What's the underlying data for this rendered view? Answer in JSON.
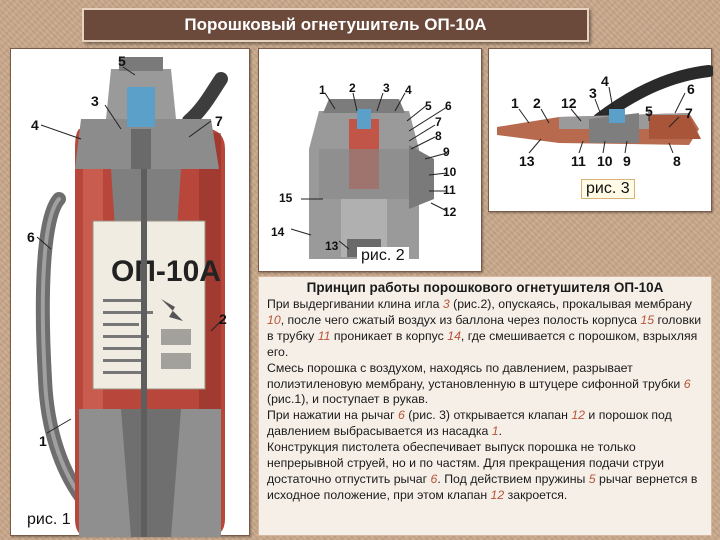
{
  "title": "Порошковый огнетушитель ОП-10А",
  "figures": {
    "fig1": {
      "label": "рис. 1",
      "body_text": [
        "ОП-10А"
      ],
      "callouts": [
        "5",
        "3",
        "7",
        "4",
        "6",
        "2",
        "1"
      ]
    },
    "fig2": {
      "label": "рис. 2",
      "callouts": [
        "1",
        "2",
        "3",
        "4",
        "5",
        "6",
        "7",
        "8",
        "9",
        "10",
        "11",
        "12",
        "15",
        "14",
        "13"
      ]
    },
    "fig3": {
      "label": "рис. 3",
      "callouts": [
        "4",
        "1",
        "2",
        "12",
        "3",
        "5",
        "6",
        "7",
        "13",
        "11",
        "10",
        "9",
        "8"
      ]
    }
  },
  "principle": {
    "title": "Принцип работы порошкового огнетушителя ОП-10А",
    "paragraphs": [
      [
        {
          "t": "При выдергивании клина игла "
        },
        {
          "t": "3",
          "ref": true
        },
        {
          "t": " (рис.2), опускаясь, прокалывая мембрану "
        },
        {
          "t": "10",
          "ref": true
        },
        {
          "t": ", после чего сжатый воздух из баллона через полость корпуса "
        },
        {
          "t": "15",
          "ref": true
        },
        {
          "t": " головки в трубку "
        },
        {
          "t": "11",
          "ref": true
        },
        {
          "t": " проникает в корпус "
        },
        {
          "t": "14",
          "ref": true
        },
        {
          "t": ", где смешивается с порошком, взрыхляя его."
        }
      ],
      [
        {
          "t": "Смесь порошка с воздухом, находясь по давлением, разрывает полиэтиленовую мембрану, установленную в штуцере сифонной трубки "
        },
        {
          "t": "6",
          "ref": true
        },
        {
          "t": " (рис.1), и поступает в рукав."
        }
      ],
      [
        {
          "t": "При нажатии на рычаг "
        },
        {
          "t": "6",
          "ref": true
        },
        {
          "t": " (рис. 3) открывается клапан "
        },
        {
          "t": "12",
          "ref": true
        },
        {
          "t": " и порошок под давлением выбрасывается из насадка "
        },
        {
          "t": "1",
          "ref": true
        },
        {
          "t": "."
        }
      ],
      [
        {
          "t": "Конструкция пистолета обеспечивает выпуск порошка не только непрерывной струей, но и по частям. Для прекращения подачи струи достаточно отпустить рычаг "
        },
        {
          "t": "6",
          "ref": true
        },
        {
          "t": ". Под действием пружины "
        },
        {
          "t": "5",
          "ref": true
        },
        {
          "t": " рычаг вернется в исходное положение, при этом клапан "
        },
        {
          "t": "12",
          "ref": true
        },
        {
          "t": " закроется."
        }
      ]
    ]
  },
  "colors": {
    "background": "#c9a88a",
    "title_bar": "#6b4a3c",
    "extinguisher_red": "#b8463a",
    "metal_gray": "#8c8c8c",
    "reference_number": "#b6553a"
  }
}
